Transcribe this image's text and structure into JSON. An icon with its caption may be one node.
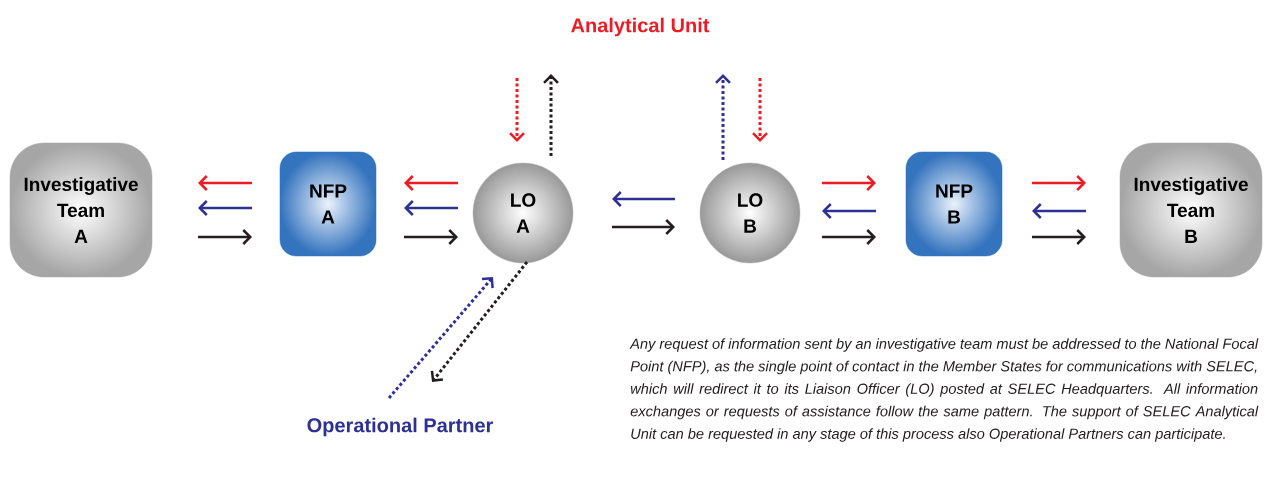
{
  "diagram": {
    "nodes": [
      {
        "text": [
          "Investigative Team A"
        ]
      },
      {
        "text": [
          "NFP A"
        ]
      },
      {
        "text": [
          "LO A"
        ]
      },
      {
        "text": [
          "LO B"
        ]
      },
      {
        "text": [
          "NFP B"
        ]
      },
      {
        "text": [
          "Investigative Team B"
        ]
      },
      {
        "text": [
          "Analytical Unit"
        ]
      },
      {
        "text": [
          "Operational Partner"
        ]
      }
    ],
    "edges": [
      {
        "from": 1,
        "to": 0,
        "arrow": "to",
        "color": "#ed1c24"
      },
      {
        "from": 1,
        "to": 0,
        "arrow": "to",
        "color": "#2e3192"
      },
      {
        "from": 0,
        "to": 1,
        "arrow": "to",
        "color": "#231f20"
      },
      {
        "from": 2,
        "to": 1,
        "arrow": "to",
        "color": "#ed1c24"
      },
      {
        "from": 2,
        "to": 1,
        "arrow": "to",
        "color": "#2e3192"
      },
      {
        "from": 1,
        "to": 2,
        "arrow": "to",
        "color": "#231f20"
      },
      {
        "from": 3,
        "to": 2,
        "arrow": "to",
        "color": "#2e3192"
      },
      {
        "from": 2,
        "to": 3,
        "arrow": "to",
        "color": "#231f20"
      },
      {
        "from": 3,
        "to": 4,
        "arrow": "to",
        "color": "#ed1c24"
      },
      {
        "from": 4,
        "to": 3,
        "arrow": "to",
        "color": "#2e3192"
      },
      {
        "from": 3,
        "to": 4,
        "arrow": "to",
        "color": "#231f20"
      },
      {
        "from": 4,
        "to": 5,
        "arrow": "to",
        "color": "#ed1c24"
      },
      {
        "from": 5,
        "to": 4,
        "arrow": "to",
        "color": "#2e3192"
      },
      {
        "from": 4,
        "to": 5,
        "arrow": "to",
        "color": "#231f20"
      },
      {
        "from": 6,
        "to": 2,
        "arrow": "to",
        "style": "dashed",
        "color": "#ed1c24"
      },
      {
        "from": 2,
        "to": 6,
        "arrow": "to",
        "style": "dashed",
        "color": "#231f20"
      },
      {
        "from": 3,
        "to": 6,
        "arrow": "to",
        "style": "dashed",
        "color": "#2e3192"
      },
      {
        "from": 6,
        "to": 3,
        "arrow": "to",
        "style": "dashed",
        "color": "#ed1c24"
      },
      {
        "from": 7,
        "to": 2,
        "arrow": "to",
        "style": "dashed",
        "color": "#2e3192"
      },
      {
        "from": 2,
        "to": 7,
        "arrow": "to",
        "style": "dashed",
        "color": "#231f20"
      }
    ],
    "labels": [
      "Any request of information sent by an investigative team must be addressed to the National Focal Point (NFP), as the single point of contact in the Member States for communications with SELEC, which will redirect it to its Liaison Officer (LO) posted at SELEC Headquarters. All information exchanges or requests of assistance follow the same pattern. The support of SELEC Analytical Unit can be requested in any stage of this process also Operational Partners can participate."
    ]
  }
}
